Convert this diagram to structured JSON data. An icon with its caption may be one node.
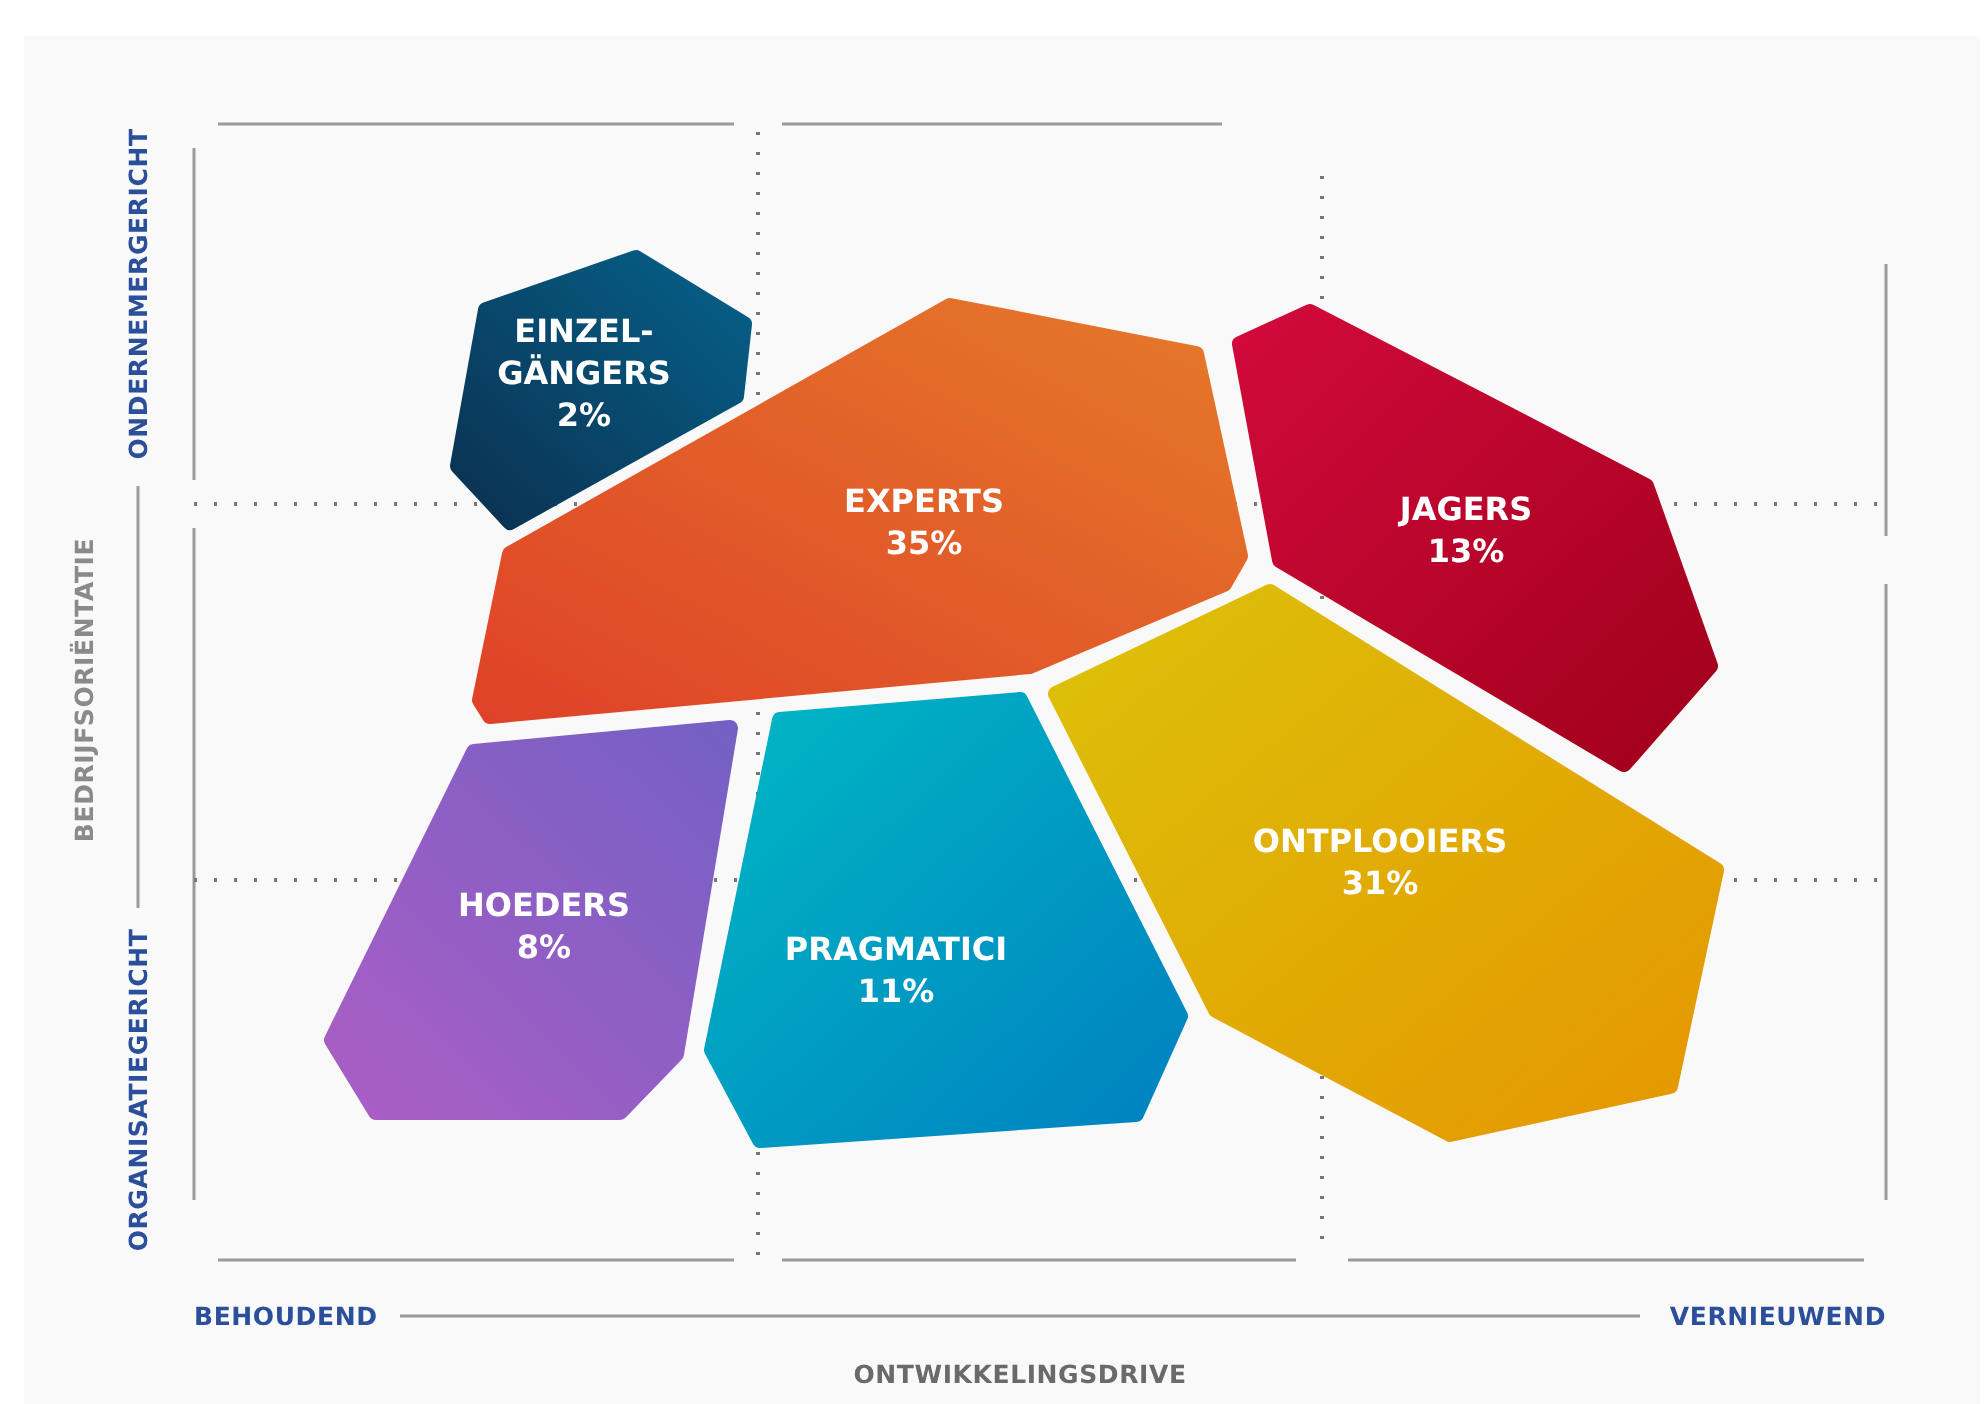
{
  "diagram": {
    "nodes": [
      {
        "text": [
          "EINZEL- GÄNGERS",
          "2%"
        ]
      },
      {
        "text": [
          "EXPERTS",
          "35%"
        ]
      },
      {
        "text": [
          "JAGERS",
          "13%"
        ]
      },
      {
        "text": [
          "HOEDERS",
          "8%"
        ]
      },
      {
        "text": [
          "PRAGMATICI",
          "11%"
        ]
      },
      {
        "text": [
          "ONTPLOOIERS",
          "31%"
        ]
      }
    ],
    "labels": [
      "ONDERNEMERGERICHT",
      "BEDRIJFSORIËNTATIE",
      "ORGANISATIEGERICHT",
      "BEHOUDEND",
      "VERNIEUWEND",
      "ONTWIKKELINGSDRIVE"
    ]
  }
}
